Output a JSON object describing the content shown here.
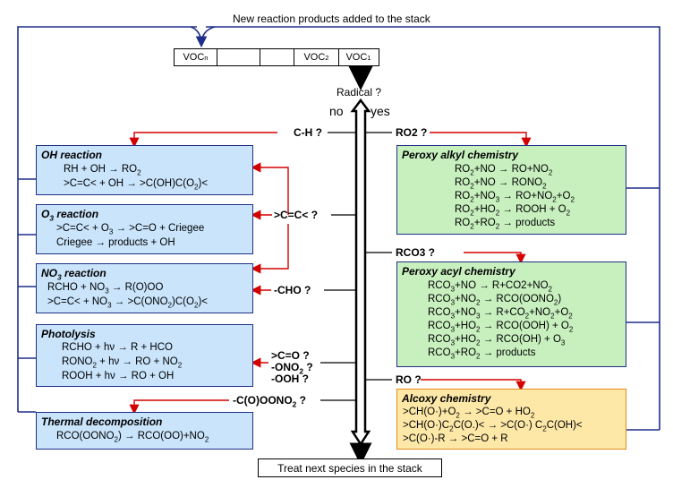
{
  "top_caption": "New reaction products added to the stack",
  "stack": {
    "cells": [
      "VOCn",
      "",
      "",
      "VOC2",
      "VOC1"
    ]
  },
  "radical_question": "Radical ?",
  "no_label": "no",
  "yes_label": "yes",
  "left_questions": {
    "ch": "C-H ?",
    "cc": ">C=C< ?",
    "cho": "-CHO ?",
    "photo_1": ">C=O ?",
    "photo_2": "-ONO2 ?",
    "photo_3": "-OOH ?",
    "pan": "-C(O)OONO2 ?"
  },
  "right_questions": {
    "ro2": "RO2 ?",
    "rco3": "RCO3 ?",
    "ro": "RO ?"
  },
  "boxes": {
    "oh": {
      "title": "OH reaction",
      "lines": [
        "RH + OH → RO2",
        ">C=C< + OH → >C(OH)C(O2)<"
      ]
    },
    "o3": {
      "title": "O3 reaction",
      "lines": [
        ">C=C< + O3 → >C=O + Criegee",
        "Criegee → products + OH"
      ]
    },
    "no3": {
      "title": "NO3 reaction",
      "lines": [
        "RCHO + NO3 → R(O)OO",
        ">C=C< + NO3 → >C(ONO2)C(O2)<"
      ]
    },
    "photolysis": {
      "title": "Photolysis",
      "lines": [
        "RCHO + hν → R + HCO",
        "RONO2 + hν → RO + NO2",
        "ROOH + hν → RO + OH"
      ]
    },
    "thermal": {
      "title": "Thermal decomposition",
      "lines": [
        "RCO(OONO2) → RCO(OO)+NO2"
      ]
    },
    "peroxy_alkyl": {
      "title": "Peroxy alkyl chemistry",
      "lines": [
        "RO2+NO → RO+NO2",
        "RO2+NO → RONO2",
        "RO2+NO3 → RO+NO2+O2",
        "RO2+HO2 → ROOH + O2",
        "RO2+RO2 → products"
      ]
    },
    "peroxy_acyl": {
      "title": "Peroxy acyl chemistry",
      "lines": [
        "RCO3+NO → R+CO2+NO2",
        "RCO3+NO2 → RCO(OONO2)",
        "RCO3+NO3 → R+CO2+NO2+O2",
        "RCO3+HO2 → RCO(OOH) + O2",
        "RCO3+HO2 → RCO(OH) + O3",
        "RCO3+RO2 → products"
      ]
    },
    "alcoxy": {
      "title": "Alcoxy chemistry",
      "lines": [
        ">CH(O·)+O2 → >C=O + HO2",
        ">CH(O·)C2C(O.)< → >C(O·) C2C(OH)<",
        ">C(O·)-R → >C=O + R"
      ]
    }
  },
  "footer": "Treat next species in the stack",
  "colors": {
    "arrow_red": "#d40000",
    "line_navy": "#1f2f8a",
    "blue_box": "#c9e4fb",
    "green_box": "#c8f0bf",
    "orange_box": "#fde8a8"
  }
}
